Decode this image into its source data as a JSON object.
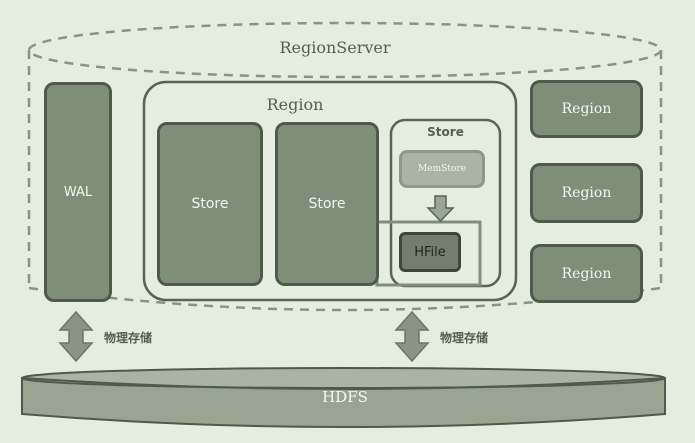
{
  "region_server": {
    "title": "RegionServer"
  },
  "wal": {
    "label": "WAL"
  },
  "region": {
    "title": "Region",
    "stores": [
      {
        "label": "Store"
      },
      {
        "label": "Store"
      }
    ],
    "detail_store": {
      "title": "Store",
      "memstore": "MemStore",
      "hfile": "HFile"
    }
  },
  "other_regions": [
    {
      "label": "Region"
    },
    {
      "label": "Region"
    },
    {
      "label": "Region"
    }
  ],
  "storage_labels": {
    "left": "物理存储",
    "right": "物理存储"
  },
  "hdfs": {
    "label": "HDFS"
  },
  "colors": {
    "background": "#e4ede0",
    "box_fill": "#7f8e79",
    "box_border": "#505a4c",
    "dashed_outline": "#8a9486",
    "hdfs_fill": "#99a592"
  }
}
